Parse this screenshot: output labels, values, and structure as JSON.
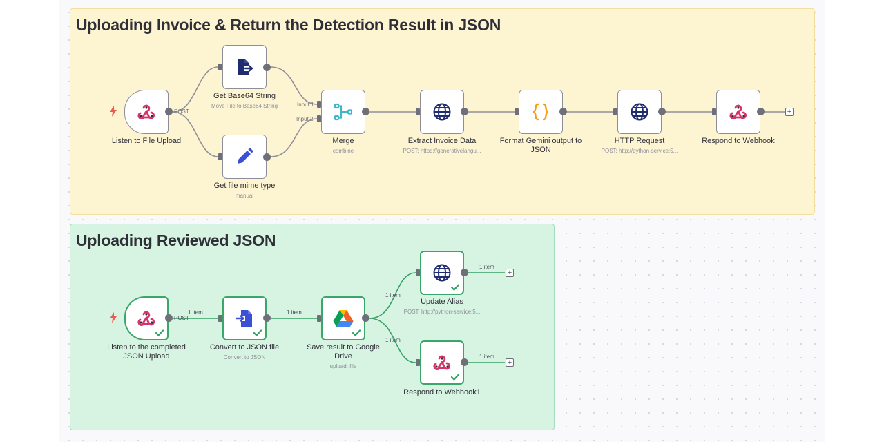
{
  "canvas": {
    "sticky_notes": {
      "a": {
        "title": "Uploading Invoice & Return the Detection Result in JSON",
        "color": "#fdf4d2"
      },
      "b": {
        "title": "Uploading Reviewed JSON",
        "color": "#d7f4e2"
      }
    }
  },
  "colors": {
    "success": "#36a065",
    "trigger_bolt": "#ef5a4f",
    "default_edge": "#8f8f99",
    "node_border": "#8e8e99",
    "webhook_pink": "#d6336c",
    "http_blue": "#1f2c6f",
    "merge_teal": "#3fb6c9",
    "code_orange": "#f59e0b",
    "edit_blue": "#3b50d8"
  },
  "nodes": {
    "listen_upload": {
      "title": "Listen to File Upload",
      "subtitle": "",
      "icon": "webhook-icon"
    },
    "base64": {
      "title": "Get Base64 String",
      "subtitle": "Move File to Base64 String",
      "icon": "file-export-icon"
    },
    "mime": {
      "title": "Get file mime type",
      "subtitle": "manual",
      "icon": "pencil-icon"
    },
    "merge": {
      "title": "Merge",
      "subtitle": "combine",
      "icon": "merge-icon"
    },
    "extract": {
      "title": "Extract Invoice Data",
      "subtitle": "POST: https://generativelangu...",
      "icon": "globe-icon"
    },
    "format": {
      "title": "Format Gemini output to JSON",
      "subtitle": "",
      "icon": "braces-icon"
    },
    "http": {
      "title": "HTTP Request",
      "subtitle": "POST: http://python-service:5...",
      "icon": "globe-icon"
    },
    "respond": {
      "title": "Respond to Webhook",
      "subtitle": "",
      "icon": "webhook-icon"
    },
    "listen_json": {
      "title": "Listen to the completed JSON Upload",
      "subtitle": "",
      "icon": "webhook-icon"
    },
    "convert": {
      "title": "Convert to JSON file",
      "subtitle": "Convert to JSON",
      "icon": "file-import-icon"
    },
    "gdrive": {
      "title": "Save result to Google Drive",
      "subtitle": "upload: file",
      "icon": "google-drive-icon"
    },
    "alias": {
      "title": "Update Alias",
      "subtitle": "POST: http://python-service:5...",
      "icon": "globe-icon"
    },
    "respond1": {
      "title": "Respond to Webhook1",
      "subtitle": "",
      "icon": "webhook-icon"
    }
  },
  "edge_labels": {
    "post": "POST",
    "input1": "Input 1",
    "input2": "Input 2",
    "one_item": "1 item"
  },
  "add_button": "+"
}
